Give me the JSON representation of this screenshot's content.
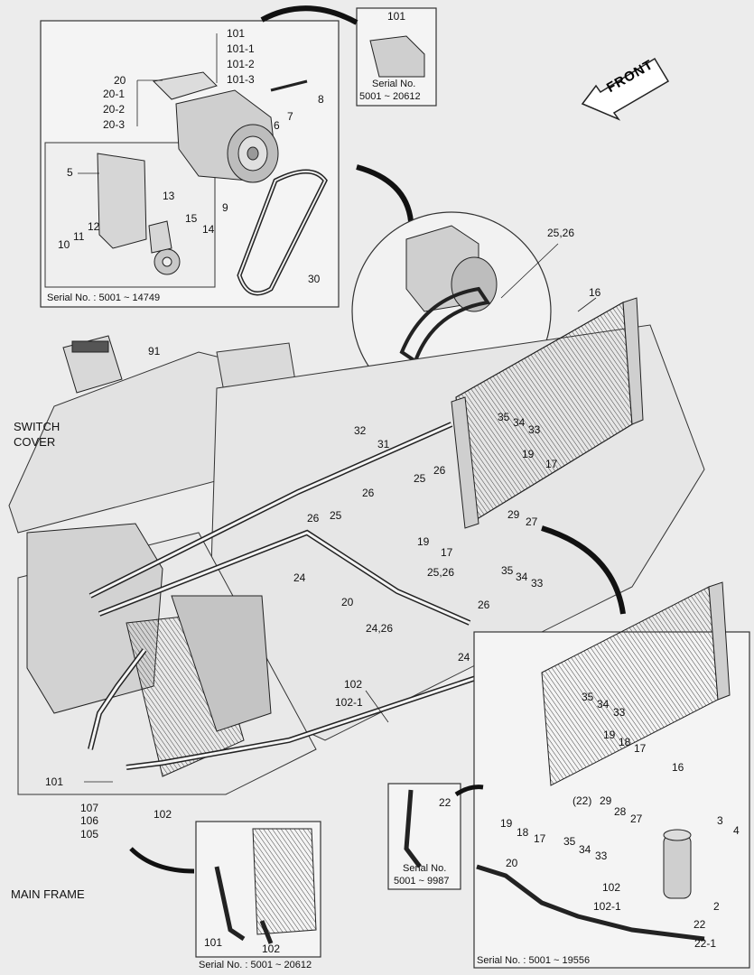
{
  "front_label": "FRONT",
  "section_labels": {
    "switch_cover_1": "SWITCH",
    "switch_cover_2": "COVER",
    "main_frame": "MAIN FRAME"
  },
  "serials": {
    "top_right": [
      "Serial No.",
      "5001 ~ 20612"
    ],
    "compressor_bracket": "Serial No. : 5001 ~ 14749",
    "pipe_inset": [
      "Serial No.",
      "5001 ~ 9987"
    ],
    "bottom_mid": "Serial No. : 5001 ~ 20612",
    "bottom_right": "Serial No. : 5001 ~ 19556"
  },
  "parts": {
    "p101": "101",
    "p101_1": "101-1",
    "p101_2": "101-2",
    "p101_3": "101-3",
    "p20": "20",
    "p20_1": "20-1",
    "p20_2": "20-2",
    "p20_3": "20-3",
    "p8": "8",
    "p7": "7",
    "p6": "6",
    "p9": "9",
    "p5": "5",
    "p13": "13",
    "p15": "15",
    "p14": "14",
    "p12": "12",
    "p11": "11",
    "p10": "10",
    "p30": "30",
    "p91": "91",
    "p25_26": "25,26",
    "p16": "16",
    "p35": "35",
    "p34": "34",
    "p33": "33",
    "p19": "19",
    "p17": "17",
    "p29": "29",
    "p27": "27",
    "p32": "32",
    "p31": "31",
    "p25": "25",
    "p26": "26",
    "p24": "24",
    "p24_26": "24,26",
    "p102": "102",
    "p102_1": "102-1",
    "p107": "107",
    "p106": "106",
    "p105": "105",
    "p18": "18",
    "p28": "28",
    "p22": "22",
    "p22_paren": "(22)",
    "p3": "3",
    "p4": "4",
    "p2": "2",
    "p22_1": "22-1"
  }
}
